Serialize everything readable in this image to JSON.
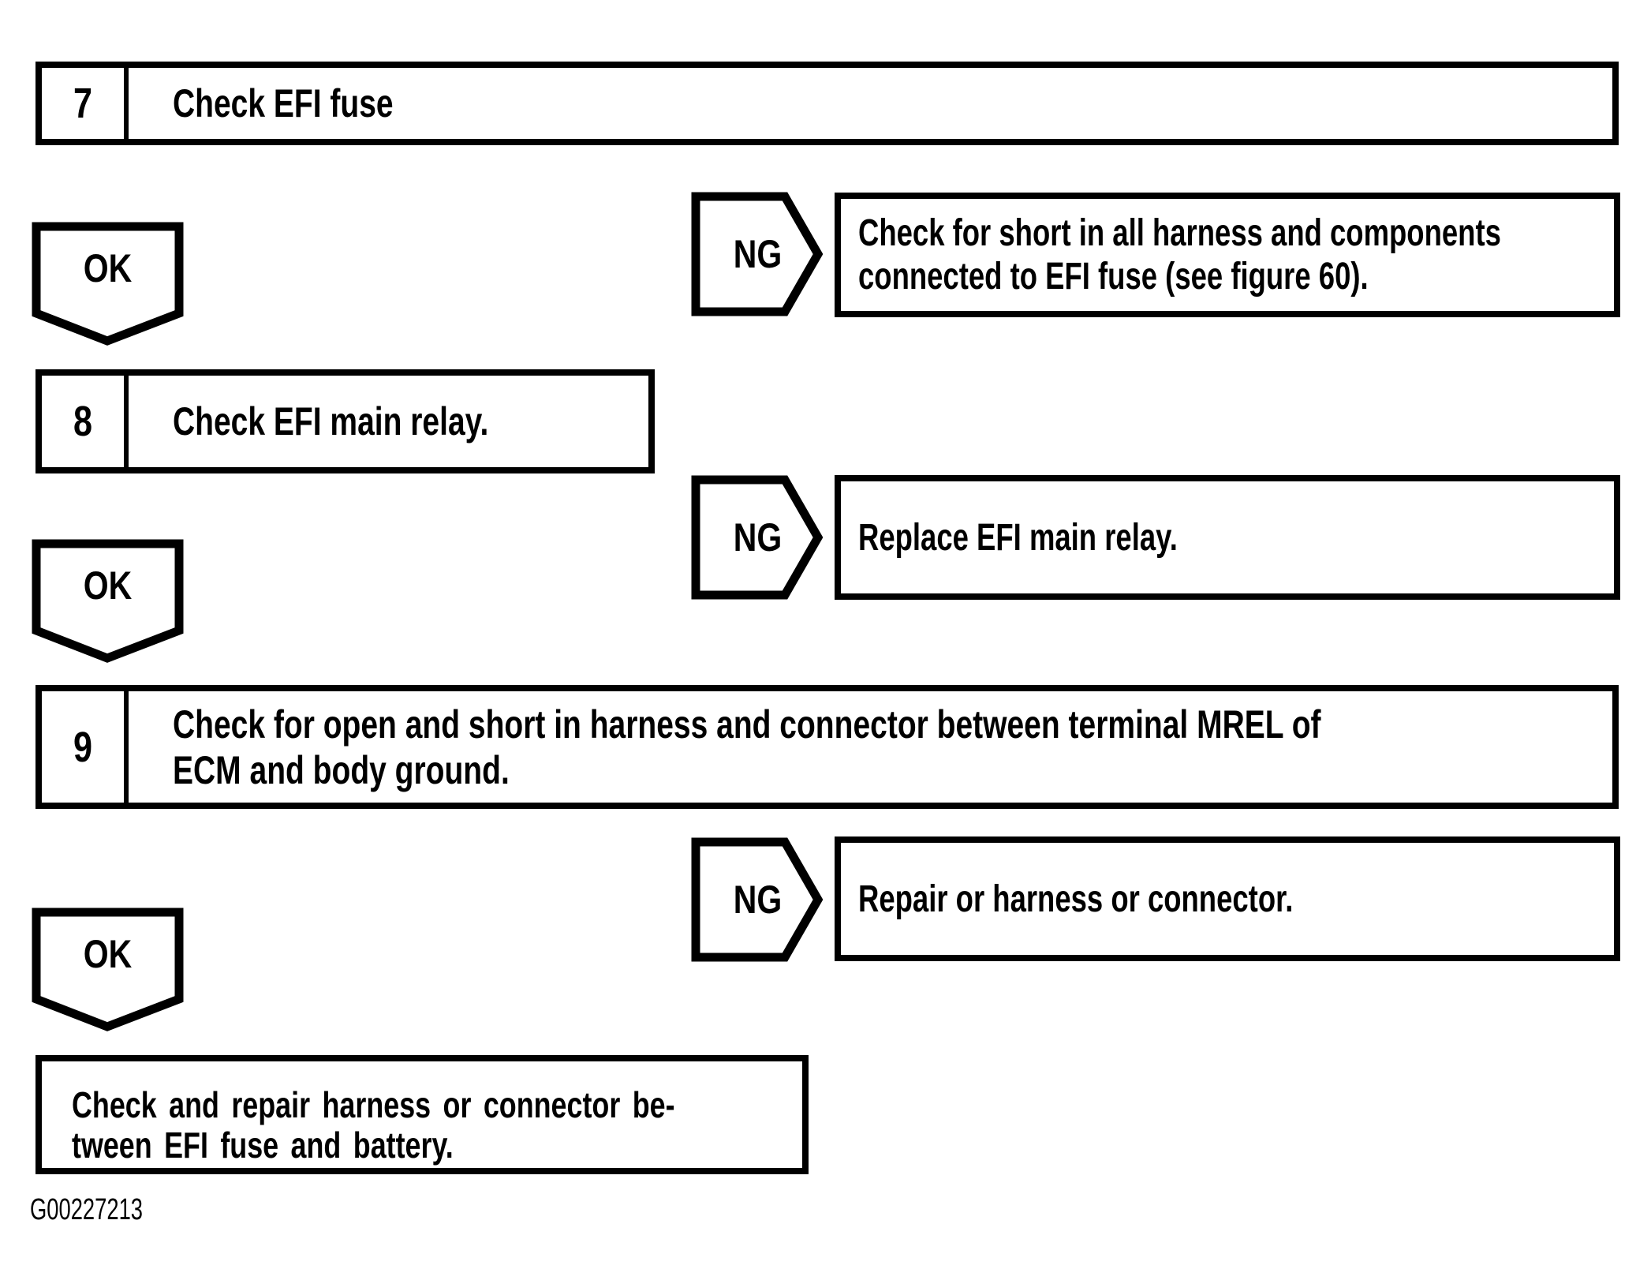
{
  "page": {
    "kind": "service-manual-flowchart",
    "colors": {
      "ink": "#000000",
      "paper": "#ffffff"
    }
  },
  "flowchart": {
    "ok_label": "OK",
    "ng_label": "NG",
    "steps": [
      {
        "number": "7",
        "lines": [
          "Check EFI fuse"
        ]
      },
      {
        "number": "8",
        "lines": [
          "Check EFI main relay."
        ]
      },
      {
        "number": "9",
        "lines": [
          "Check for open and short in harness and connector between terminal MREL of",
          "ECM and body ground."
        ]
      }
    ],
    "results": [
      {
        "lines": [
          "Check for short in all harness and components",
          "connected to EFI fuse (see figure 60)."
        ]
      },
      {
        "lines": [
          "Replace EFI main relay."
        ]
      },
      {
        "lines": [
          "Repair or harness or connector."
        ]
      }
    ],
    "terminal": {
      "lines": [
        "Check and repair harness or connector be-",
        "tween EFI fuse and battery."
      ]
    },
    "caption": "G00227213"
  }
}
